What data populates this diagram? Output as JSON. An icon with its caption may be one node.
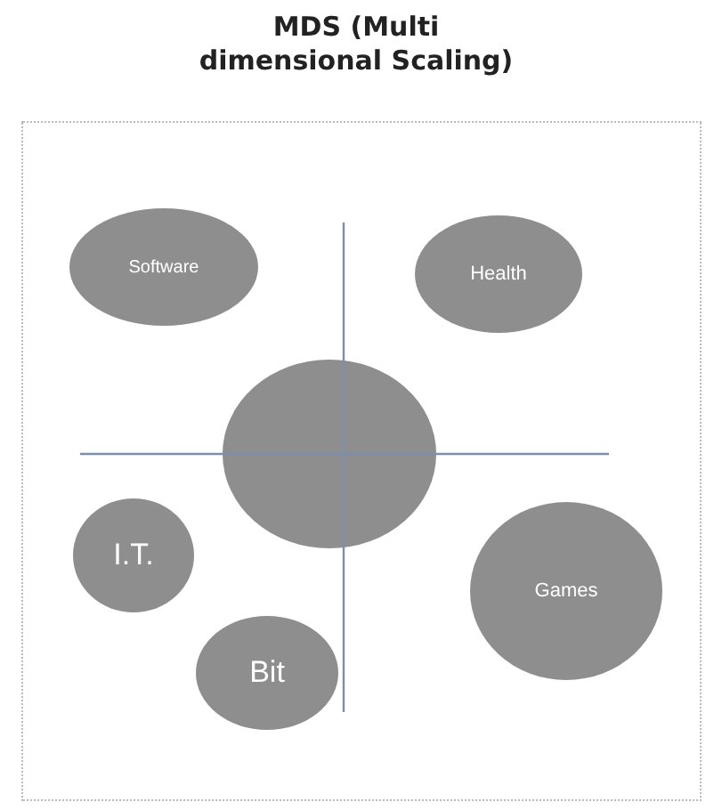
{
  "diagram": {
    "title": "MDS (Multi dimensional Scaling)",
    "nodes": [
      {
        "text": [
          "Software"
        ]
      },
      {
        "text": [
          "Health"
        ]
      },
      {
        "text": [],
        "shape": "circle"
      },
      {
        "text": [
          "I.T."
        ]
      },
      {
        "text": [
          "Games"
        ]
      },
      {
        "text": [
          "Bit"
        ]
      }
    ],
    "edges": []
  }
}
